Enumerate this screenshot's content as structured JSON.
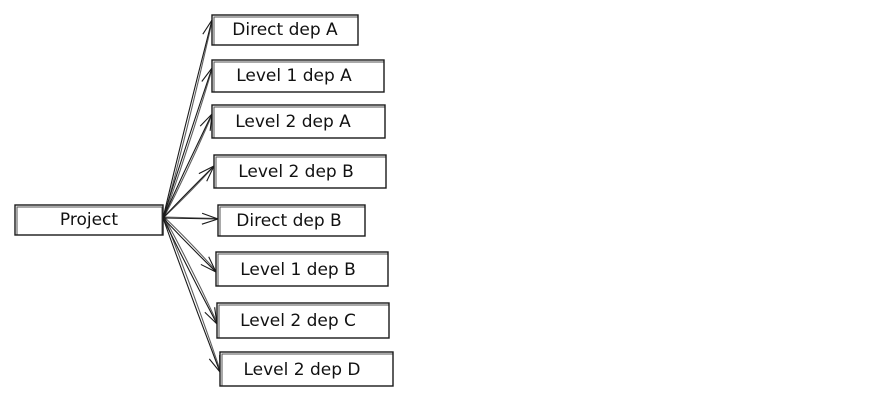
{
  "diagram": {
    "root": {
      "label": "Project"
    },
    "children": [
      {
        "label": "Direct dep A"
      },
      {
        "label": "Level 1 dep A"
      },
      {
        "label": "Level 2 dep A"
      },
      {
        "label": "Level 2 dep B"
      },
      {
        "label": "Direct dep B"
      },
      {
        "label": "Level 1 dep B"
      },
      {
        "label": "Level 2 dep C"
      },
      {
        "label": "Level 2 dep D"
      }
    ],
    "stroke_color": "#1a1a1a",
    "background_color": "#ffffff"
  }
}
